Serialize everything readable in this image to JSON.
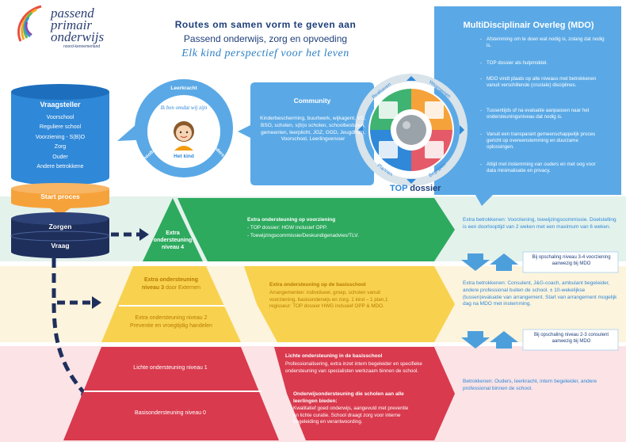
{
  "logo": {
    "line1": "passend",
    "line2": "primair",
    "line3": "onderwijs",
    "line4": "noord-kennemerland"
  },
  "header": {
    "title": "Routes om samen vorm te geven aan",
    "subtitle": "Passend onderwijs, zorg en opvoeding",
    "tagline": "Elk kind perspectief voor het leven"
  },
  "mdo": {
    "title": "MultiDisciplinair Overleg (MDO)",
    "items": [
      "Afstemming om te doen wat nodig is, zolang dat nodig is.",
      "TOP dossier als hulpmiddel.",
      "MDO vindt plaats op alle niveaus met betrokkenen vanuit verschillende (cruciale) disciplines.",
      "Tussentijds of na evaluatie aanpassen naar het ondersteuningsniveau dat nodig is.",
      "Vanuit een transparant gemeenschappelijk proces gericht op overeenstemming en duurzame oplossingen.",
      "Altijd met instemming van ouders en met oog voor data minimalisatie en privacy."
    ]
  },
  "vraagsteller": {
    "title": "Vraagsteller",
    "items": [
      "Voorschool",
      "Reguliere school",
      "Voorziening - S(B)O",
      "Zorg",
      "Ouder",
      "Andere betrokkene"
    ]
  },
  "stack": {
    "start": "Start proces",
    "zorgen": "Zorgen",
    "vraag": "Vraag"
  },
  "circle": {
    "top": "Leerkracht",
    "arc": "Ik ben omdat wij zijn",
    "child": "Het kind",
    "left": "Schoolteam",
    "right": "Ouders"
  },
  "community": {
    "title": "Community",
    "text": "Kinderbescherming, buurtwerk, wijkagent, VO, BSO, scholen, s(b)o scholen, schoolbesturen, gemeenten, leerplicht, JGZ, GGD, Jeugdhulp, Voorschool, Leerlingvervoer"
  },
  "cycle": {
    "labels": [
      "Realiseren",
      "Waarnemen",
      "Plannen",
      "Begrijpen"
    ],
    "brand_a": "TOP",
    "brand_b": "dossier"
  },
  "level4": {
    "tri_a": "Extra",
    "tri_b": "ondersteuning",
    "tri_c": "niveau 4",
    "title": "Extra ondersteuning op voorziening",
    "lines": [
      "- TOP dossier: HGW inclusief OPP.",
      "- Toewijzingscommissie/Deskundigenadvies/TLV."
    ],
    "right": "Extra betrokkenen: Voorziening, toewijzingscommissie. Doelstelling is een doorlooptijd van 2 weken met een maximum van 6 weken."
  },
  "escalate1": "Bij opschaling niveau 3-4 voorziening aanwezig bij MDO",
  "level3": {
    "l3_a": "Extra ondersteuning",
    "l3_b": "niveau 3",
    "l3_c": "door Externen",
    "l2_a": "Extra ondersteuning niveau 2",
    "l2_b": "Preventie en vroegtijdig handelen",
    "title": "Extra ondersteuning op de basisschool",
    "text": "Arrangementen: individueel, groep, scholen vanuit voorziening, basisonderwijs en zorg. 1 kind – 1 plan,1 regisseur: TOP dossier HWG inclusief OPP & MDO.",
    "right": "Extra betrokkenen: Consulent, J&G-coach, ambulant begeleider, andere professional buiten de school. ± 10-wekelijkse (tussen)evaluatie van arrangement. Start van arrangement mogelijk dag na MDO met instemming."
  },
  "escalate2": "Bij opschaling niveau 2-3 consulent aanwezig bij MDO",
  "level1": {
    "l1": "Lichte ondersteuning niveau 1",
    "l0": "Basisondersteuning niveau 0",
    "title1": "Lichte ondersteuning in de basisschool",
    "text1": "Professionalisering, extra inzet intern begeleider en specifieke ondersteuning van specialisten werkzaam binnen de school.",
    "title2": "Onderwijsondersteuning die scholen aan alle leerlingen bieden:",
    "text2": "Kwalitatief goed onderwijs, aangevuld met preventie en lichte curatie. School draagt zorg voor interne begeleiding en verantwoording.",
    "right": "Betrokkenen: Ouders, leerkracht, intern begeleider, andere professional binnen de school."
  }
}
